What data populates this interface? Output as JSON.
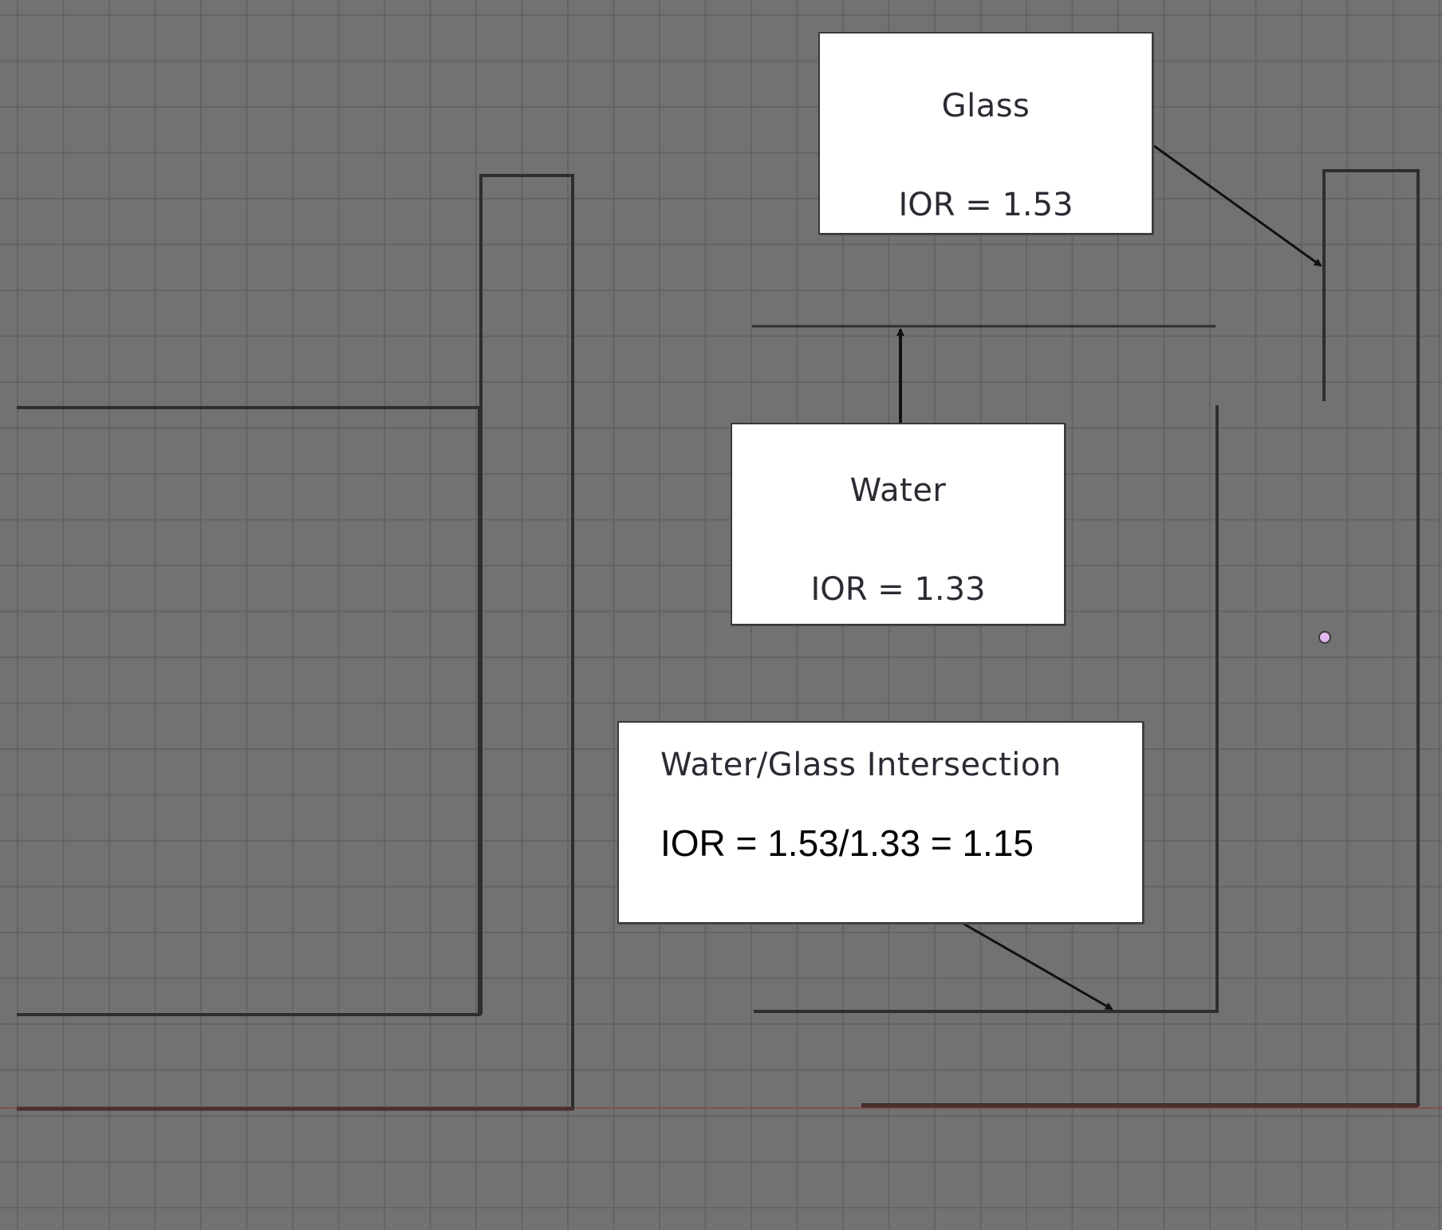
{
  "diagram": {
    "title": "Water in glass IOR setup",
    "colors": {
      "background": "#727272",
      "grid": "#5a5a5a",
      "lines": "#2a2a2a",
      "arrows": "#111111",
      "x_axis": "#7a3a3a",
      "vertex_dot": "#e6b8f0",
      "box_fill": "#ffffff"
    },
    "labels": {
      "glass": {
        "title": "Glass",
        "value": "IOR = 1.53"
      },
      "water": {
        "title": "Water",
        "value": "IOR = 1.33"
      },
      "intersection": {
        "title": "Water/Glass Intersection",
        "value": "IOR = 1.53/1.33 = 1.15"
      }
    },
    "arrows": [
      {
        "from": "glass-label",
        "to": "glass-inner-wall"
      },
      {
        "from": "water-label",
        "to": "water-surface"
      },
      {
        "from": "intersection-label",
        "to": "water-glass-boundary"
      }
    ],
    "elements": [
      "left-glass-wall",
      "left-water-volume",
      "right-glass-wall",
      "right-water-volume",
      "x-axis",
      "selected-vertex"
    ]
  }
}
